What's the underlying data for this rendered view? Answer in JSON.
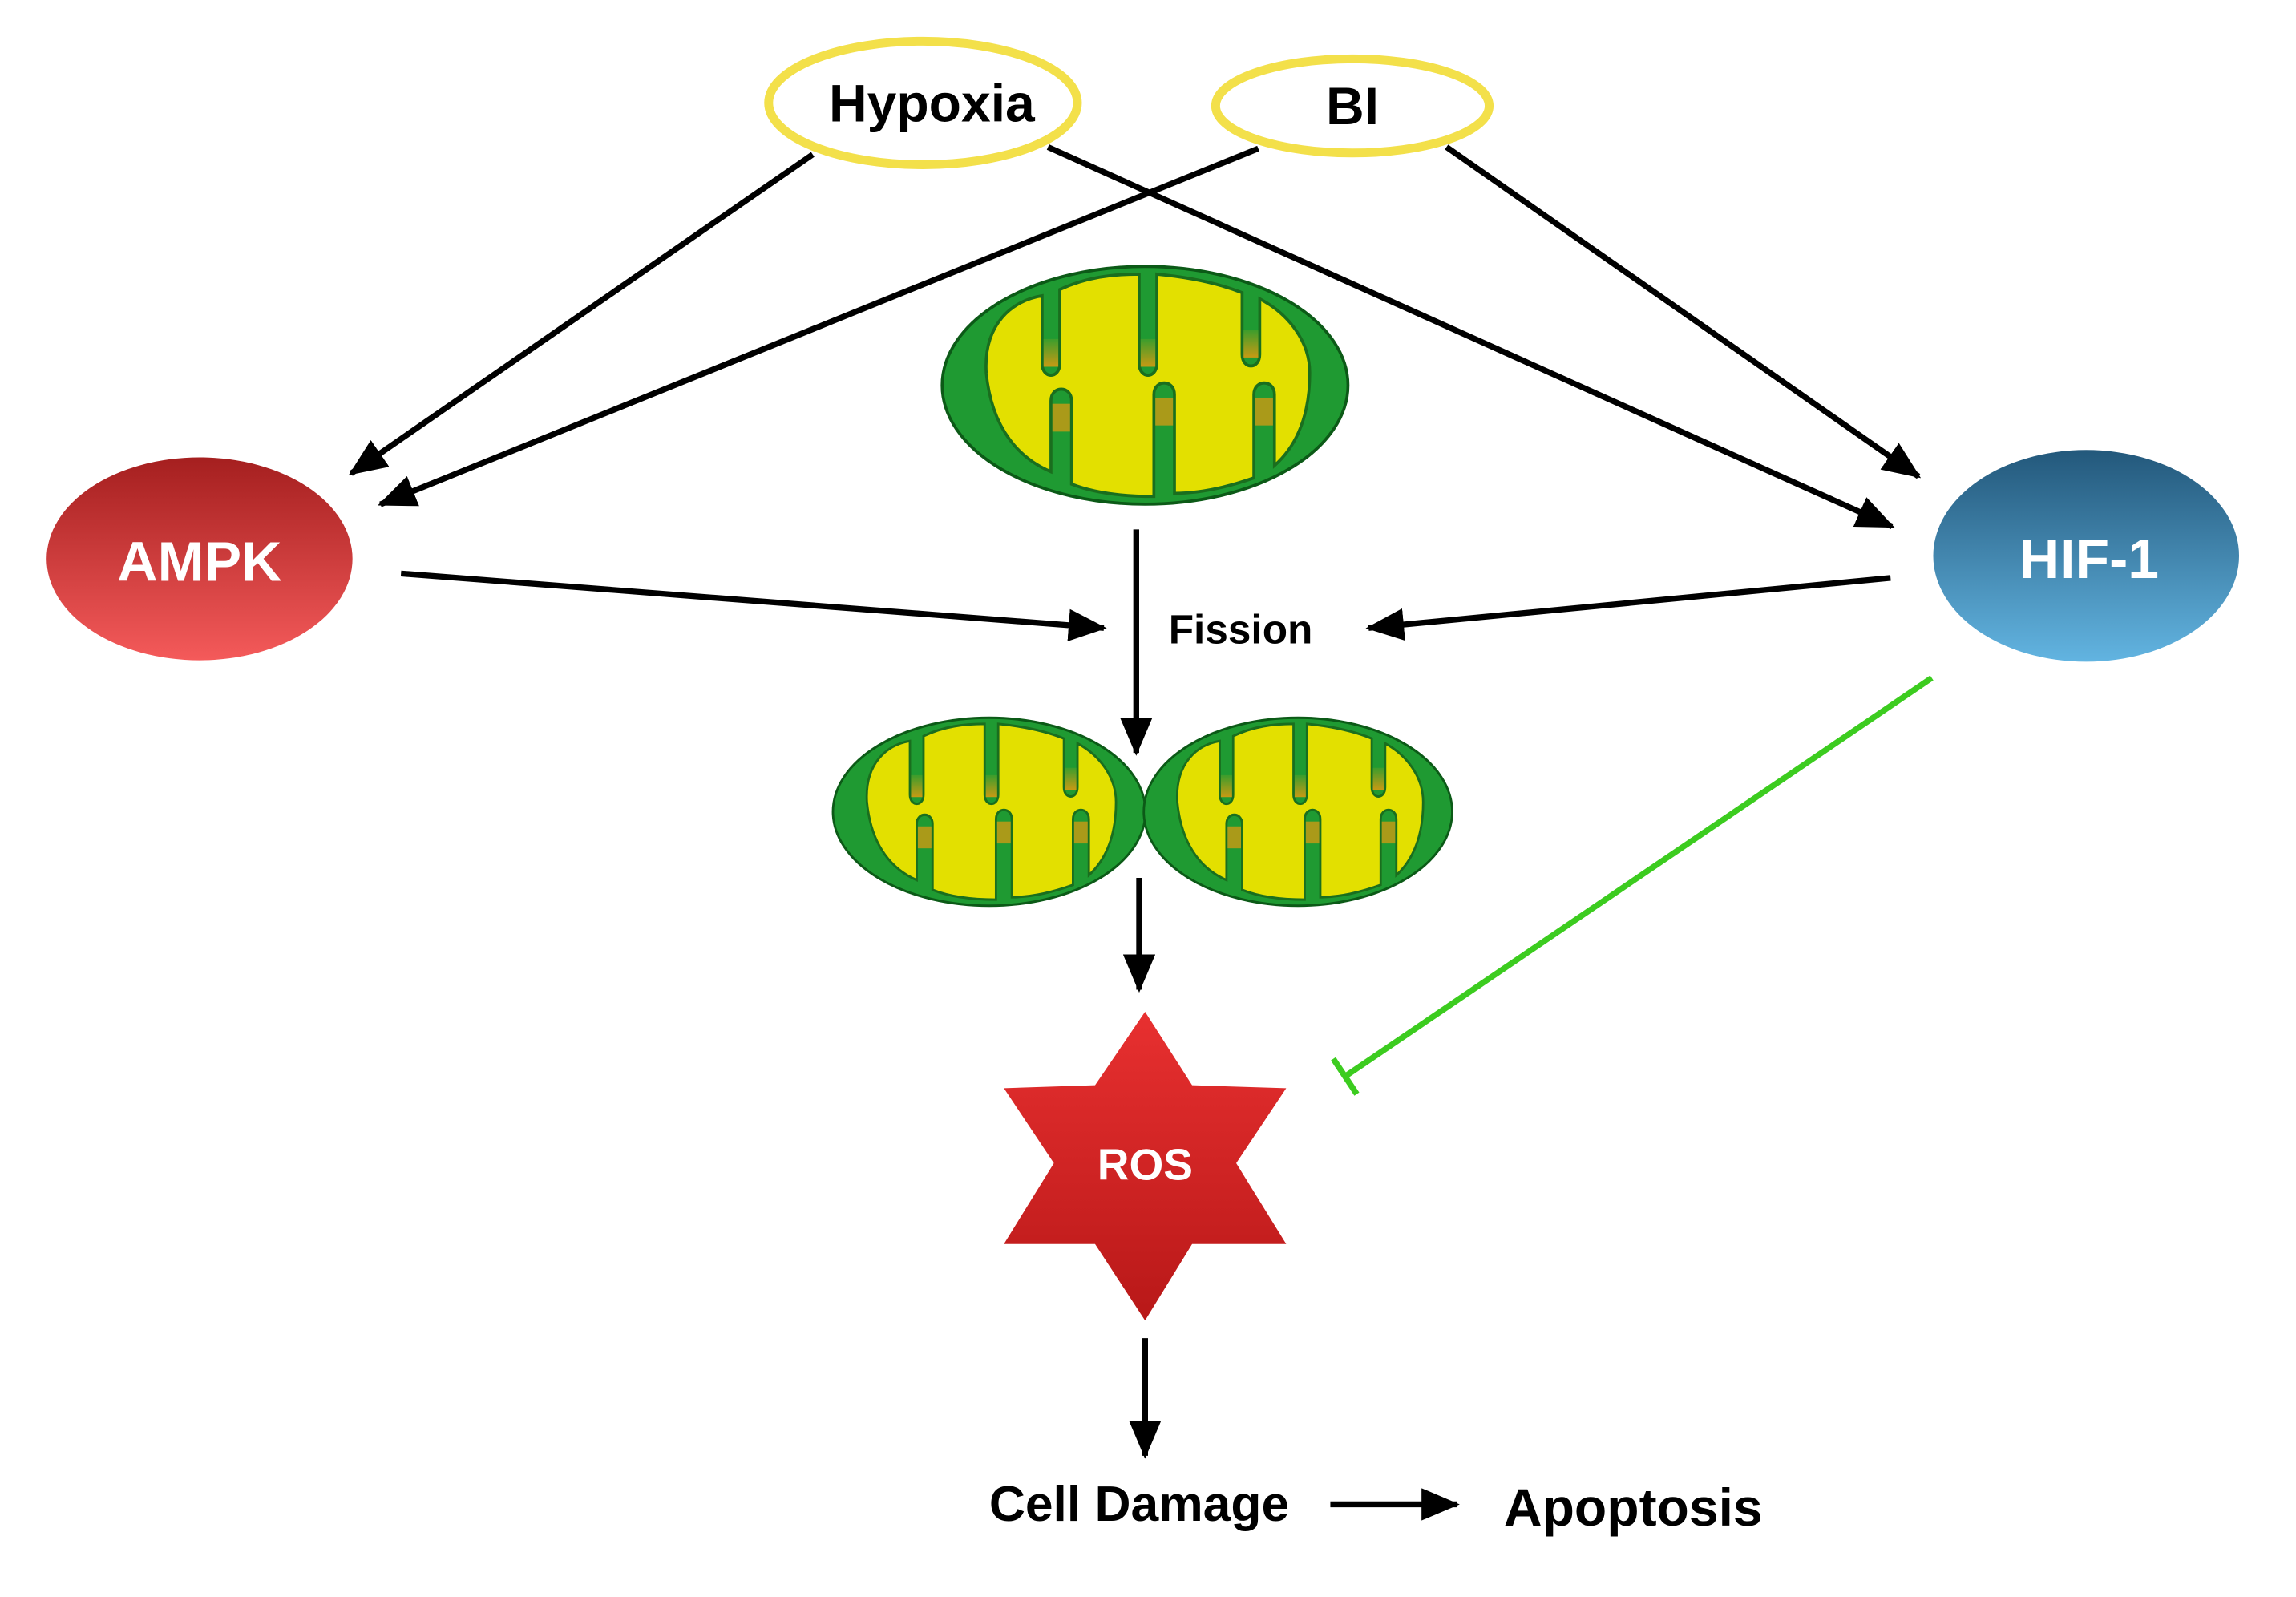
{
  "nodes": {
    "hypoxia": "Hypoxia",
    "bi": "BI",
    "ampk": "AMPK",
    "hif1": "HIF-1",
    "fission": "Fission",
    "ros": "ROS",
    "cell_damage": "Cell Damage",
    "apoptosis": "Apoptosis"
  },
  "colors": {
    "stimulus_outline": "#f3e04a",
    "activation_arrow": "#000000",
    "inhibition_line": "#3ccc1f",
    "ampk_fill_top": "#a51f1f",
    "ampk_fill_bottom": "#f45a5a",
    "hif1_fill_top": "#23587b",
    "hif1_fill_bottom": "#62b4e1",
    "mito_outer": "#1f9a32",
    "mito_inner": "#e3e000",
    "mito_cristae": "#e29a10",
    "ros_fill": "#d42020"
  },
  "edges": [
    {
      "from": "hypoxia",
      "to": "ampk",
      "type": "activation"
    },
    {
      "from": "hypoxia",
      "to": "hif1",
      "type": "activation"
    },
    {
      "from": "bi",
      "to": "ampk",
      "type": "activation"
    },
    {
      "from": "bi",
      "to": "hif1",
      "type": "activation"
    },
    {
      "from": "ampk",
      "to": "fission",
      "type": "activation"
    },
    {
      "from": "hif1",
      "to": "fission",
      "type": "activation"
    },
    {
      "from": "fission",
      "to": "ros",
      "type": "activation"
    },
    {
      "from": "hif1",
      "to": "ros",
      "type": "inhibition"
    },
    {
      "from": "ros",
      "to": "cell_damage",
      "type": "activation"
    },
    {
      "from": "cell_damage",
      "to": "apoptosis",
      "type": "activation"
    }
  ]
}
